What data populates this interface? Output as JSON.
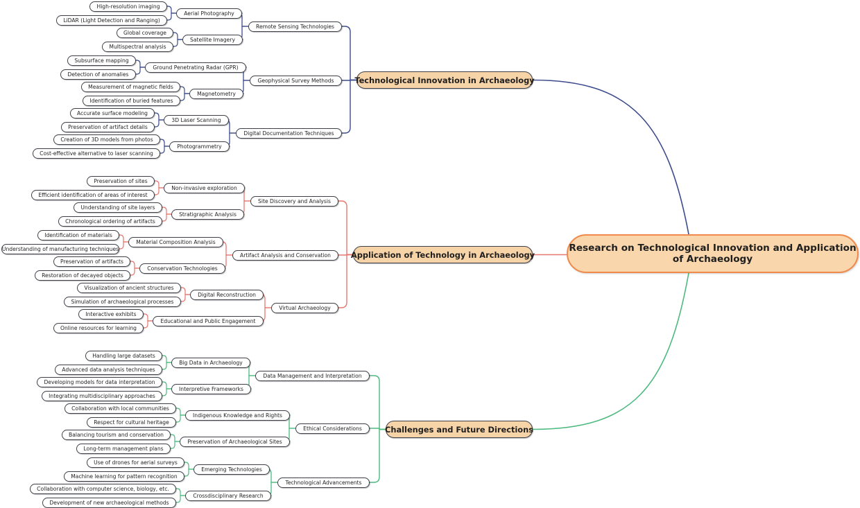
{
  "root": {
    "title": "Research on Technological Innovation and Application of Archaeology"
  },
  "branches": [
    {
      "title": "Technological Innovation in Archaeology",
      "color": "#3b4a8c",
      "groups": [
        {
          "title": "Remote Sensing Technologies",
          "subs": [
            {
              "title": "Aerial Photography",
              "leaves": [
                "High-resolution imaging",
                "LiDAR (Light Detection and Ranging)"
              ]
            },
            {
              "title": "Satellite Imagery",
              "leaves": [
                "Global coverage",
                "Multispectral analysis"
              ]
            }
          ]
        },
        {
          "title": "Geophysical Survey Methods",
          "subs": [
            {
              "title": "Ground Penetrating Radar (GPR)",
              "leaves": [
                "Subsurface mapping",
                "Detection of anomalies"
              ]
            },
            {
              "title": "Magnetometry",
              "leaves": [
                "Measurement of magnetic fields",
                "Identification of buried features"
              ]
            }
          ]
        },
        {
          "title": "Digital Documentation Techniques",
          "subs": [
            {
              "title": "3D Laser Scanning",
              "leaves": [
                "Accurate surface modeling",
                "Preservation of artifact details"
              ]
            },
            {
              "title": "Photogrammetry",
              "leaves": [
                "Creation of 3D models from photos",
                "Cost-effective alternative to laser scanning"
              ]
            }
          ]
        }
      ]
    },
    {
      "title": "Application of Technology in Archaeology",
      "color": "#e8766e",
      "groups": [
        {
          "title": "Site Discovery and Analysis",
          "subs": [
            {
              "title": "Non-invasive exploration",
              "leaves": [
                "Preservation of sites",
                "Efficient identification of areas of interest"
              ]
            },
            {
              "title": "Stratigraphic Analysis",
              "leaves": [
                "Understanding of site layers",
                "Chronological ordering of artifacts"
              ]
            }
          ]
        },
        {
          "title": "Artifact Analysis and Conservation",
          "subs": [
            {
              "title": "Material Composition Analysis",
              "leaves": [
                "Identification of materials",
                "Understanding of manufacturing techniques"
              ]
            },
            {
              "title": "Conservation Technologies",
              "leaves": [
                "Preservation of artifacts",
                "Restoration of decayed objects"
              ]
            }
          ]
        },
        {
          "title": "Virtual Archaeology",
          "subs": [
            {
              "title": "Digital Reconstruction",
              "leaves": [
                "Visualization of ancient structures",
                "Simulation of archaeological processes"
              ]
            },
            {
              "title": "Educational and Public Engagement",
              "leaves": [
                "Interactive exhibits",
                "Online resources for learning"
              ]
            }
          ]
        }
      ]
    },
    {
      "title": "Challenges and Future Directions",
      "color": "#4cba7f",
      "groups": [
        {
          "title": "Data Management and Interpretation",
          "subs": [
            {
              "title": "Big Data in Archaeology",
              "leaves": [
                "Handling large datasets",
                "Advanced data analysis techniques"
              ]
            },
            {
              "title": "Interpretive Frameworks",
              "leaves": [
                "Developing models for data interpretation",
                "Integrating multidisciplinary approaches"
              ]
            }
          ]
        },
        {
          "title": "Ethical Considerations",
          "subs": [
            {
              "title": "Indigenous Knowledge and Rights",
              "leaves": [
                "Collaboration with local communities",
                "Respect for cultural heritage"
              ]
            },
            {
              "title": "Preservation of Archaeological Sites",
              "leaves": [
                "Balancing tourism and conservation",
                "Long-term management plans"
              ]
            }
          ]
        },
        {
          "title": "Technological Advancements",
          "subs": [
            {
              "title": "Emerging Technologies",
              "leaves": [
                "Use of drones for aerial surveys",
                "Machine learning for pattern recognition"
              ]
            },
            {
              "title": "Crossdisciplinary Research",
              "leaves": [
                "Collaboration with computer science, biology, etc.",
                "Development of new archaeological methods"
              ]
            }
          ]
        }
      ]
    }
  ]
}
